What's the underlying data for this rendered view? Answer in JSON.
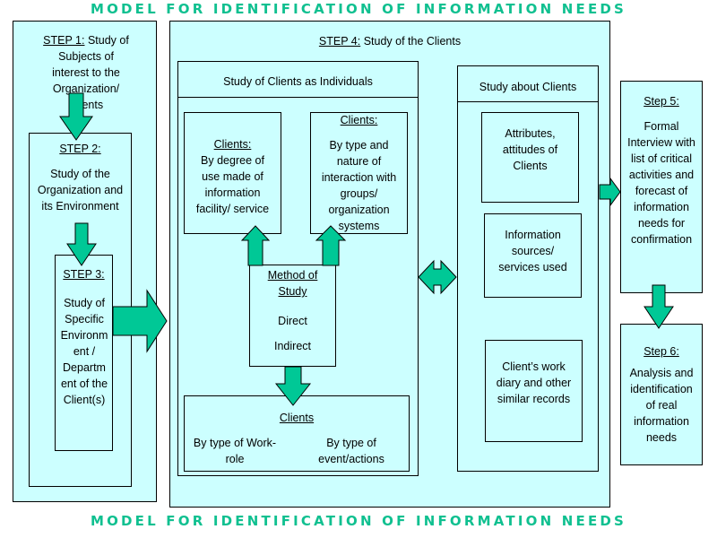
{
  "title_top": "MODEL FOR IDENTIFICATION OF INFORMATION NEEDS",
  "title_bottom": "MODEL FOR IDENTIFICATION OF INFORMATION NEEDS",
  "step1": {
    "label": "STEP 1:",
    "text": " Study of Subjects of interest to the Organization/ Clients"
  },
  "step2": {
    "label": "STEP 2:",
    "text": "Study of the Organization and its Environment"
  },
  "step3": {
    "label": "STEP 3:",
    "text": "Study of Specific Environm ent / Departm ent of the Client(s)"
  },
  "step4": {
    "label": "STEP 4:",
    "text": " Study of the Clients"
  },
  "individuals": {
    "header": "Study  of  Clients as Individuals",
    "box_a": {
      "title": "Clients:",
      "text": "By degree of use made of information facility/ service"
    },
    "box_b": {
      "title": "Clients:",
      "text": "By type and nature of interaction with groups/ organization systems"
    },
    "method": {
      "title": "Method of Study",
      "direct": "Direct",
      "indirect": "Indirect"
    },
    "clients_bottom": {
      "title": "Clients",
      "left": "By type of Work-role",
      "right": "By type of event/actions"
    }
  },
  "about": {
    "header": "Study about Clients",
    "item1": "Attributes, attitudes of Clients",
    "item2": "Information sources/ services used",
    "item3": "Client’s work diary and other similar records"
  },
  "step5": {
    "label": "Step 5:",
    "text": "Formal Interview with list of critical activities and forecast of information needs for confirmation"
  },
  "step6": {
    "label": "Step 6:",
    "text": "Analysis and identification of real information needs"
  },
  "colors": {
    "box_fill": "#ccffff",
    "arrow_fill": "#00c896",
    "title": "#10c090"
  }
}
